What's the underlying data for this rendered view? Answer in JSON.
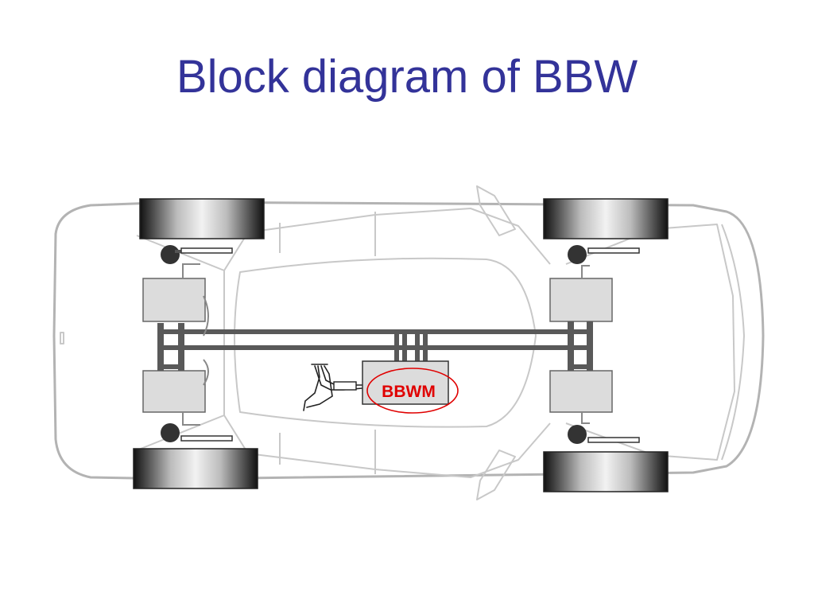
{
  "slide": {
    "title": "Block diagram of BBW"
  },
  "diagram": {
    "module_label": "BBWM",
    "colors": {
      "outline": "#b3b3b3",
      "brake_line": "#595959",
      "actuator_fill": "#dcdcdc",
      "highlight": "#e00000",
      "title": "#333399"
    },
    "icons": [
      "car-body-outline",
      "tire",
      "brake-caliper",
      "brake-actuator",
      "brake-line",
      "wiring-harness",
      "bbw-module"
    ]
  }
}
